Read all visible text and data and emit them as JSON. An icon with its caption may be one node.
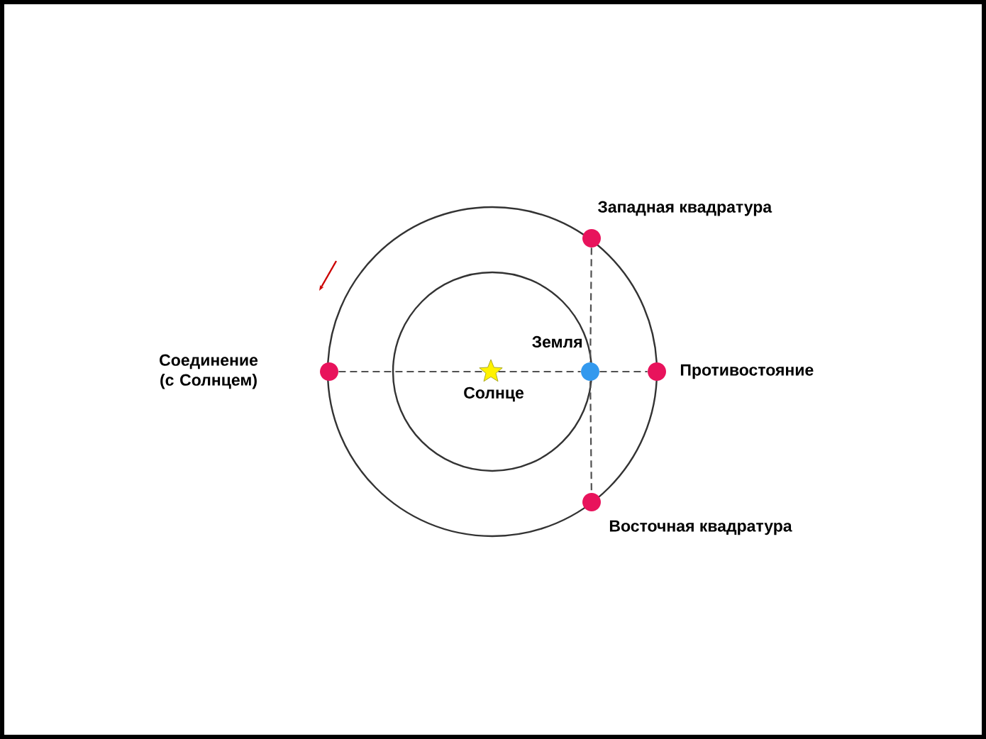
{
  "diagram": {
    "nodes": [
      {
        "text": [],
        "shape": "star",
        "beside": [
          "Солнце"
        ]
      },
      {
        "text": [],
        "shape": "circle",
        "beside": [
          "Земля"
        ]
      },
      {
        "text": [],
        "shape": "circle",
        "beside": [
          "Соединение (с Солнцем)"
        ]
      },
      {
        "text": [],
        "shape": "circle",
        "beside": [
          "Противостояние"
        ]
      },
      {
        "text": [],
        "shape": "circle",
        "beside": [
          "Западная квадратура"
        ]
      },
      {
        "text": [],
        "shape": "circle",
        "beside": [
          "Восточная квадратура"
        ]
      }
    ],
    "edges": [
      {
        "from": 2,
        "to": 0,
        "arrow": "none",
        "style": "dashed"
      },
      {
        "from": 0,
        "to": 1,
        "arrow": "none",
        "style": "dashed"
      },
      {
        "from": 1,
        "to": 3,
        "arrow": "none",
        "style": "dashed"
      },
      {
        "from": 4,
        "to": 1,
        "arrow": "none",
        "style": "dashed"
      },
      {
        "from": 1,
        "to": 5,
        "arrow": "none",
        "style": "dashed"
      }
    ]
  }
}
